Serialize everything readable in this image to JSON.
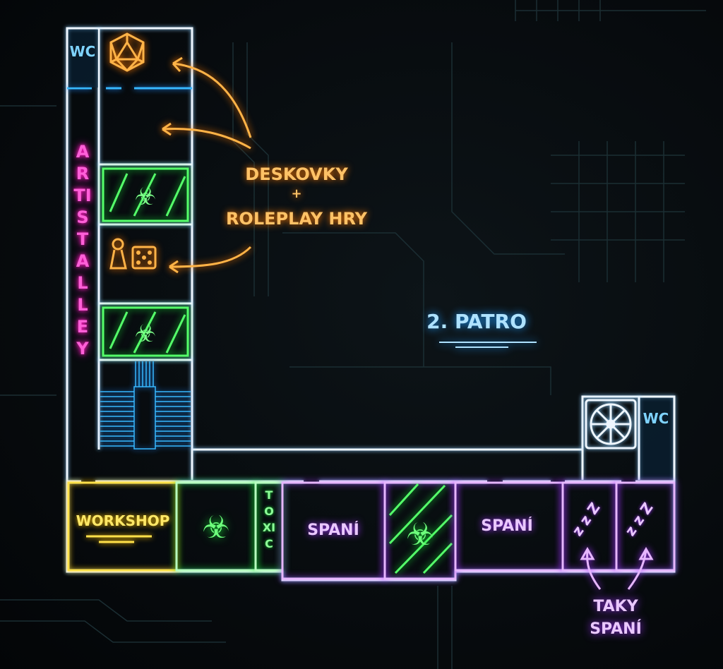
{
  "title": "2. PATRO",
  "labels": {
    "wc_top": "WC",
    "wc_right": "WC",
    "artist_alley": "ARTIST ALLEY",
    "deskovky_line1": "DESKOVKY",
    "deskovky_plus": "+",
    "deskovky_line2": "ROLEPLAY HRY",
    "workshop": "WORKSHOP",
    "toxic": "TOXIC",
    "spani_1": "SPANÍ",
    "spani_2": "SPANÍ",
    "taky_line1": "TAKY",
    "taky_line2": "SPANÍ",
    "zzz": "z z Z"
  },
  "colors": {
    "walls": "#eef6ff",
    "wc": "#37b8ff",
    "workshop": "#ffe14a",
    "toxic": "#55ff6a",
    "sleep": "#c77dff",
    "games": "#ffb347",
    "artist": "#ff5fd8"
  }
}
